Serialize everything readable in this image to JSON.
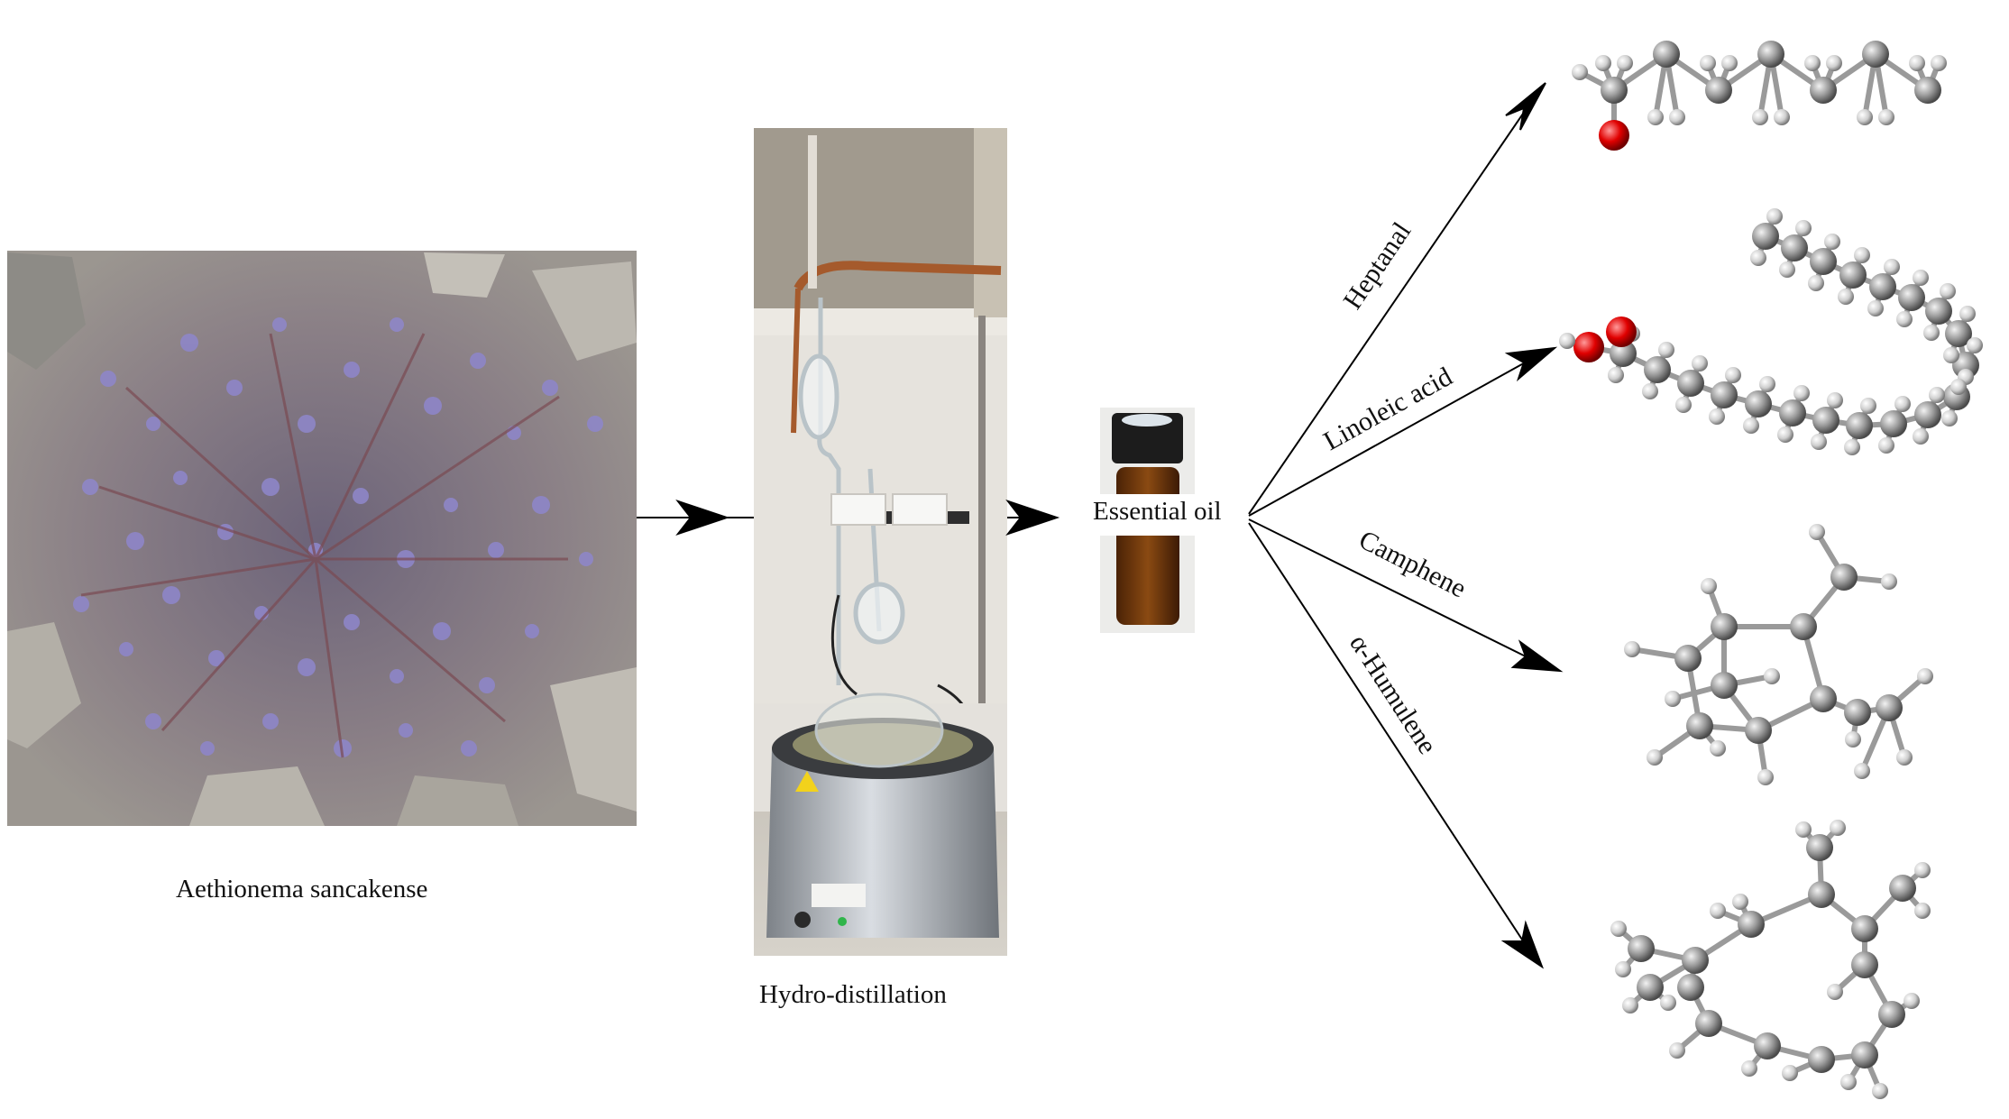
{
  "plant": {
    "caption": "Aethionema sancakense"
  },
  "apparatus": {
    "caption": "Hydro-distillation"
  },
  "product": {
    "label": "Essential oil"
  },
  "compounds": [
    {
      "name": "Heptanal"
    },
    {
      "name": "Linoleic acid"
    },
    {
      "name": "Camphene"
    },
    {
      "name": "α-Humulene"
    }
  ],
  "colors": {
    "carbon": "#8c8c8c",
    "oxygen": "#d40000",
    "hydrogen": "#c8c8c8",
    "arrow": "#000000"
  }
}
